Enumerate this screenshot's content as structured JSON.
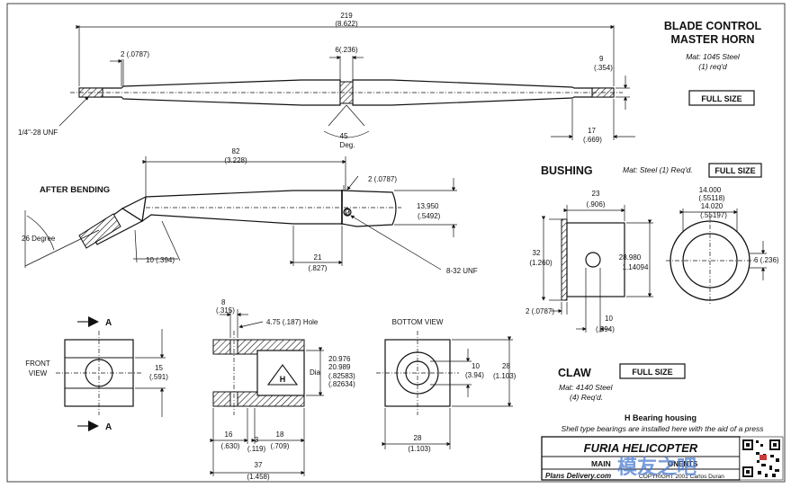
{
  "blade_horn": {
    "title_line1": "BLADE CONTROL",
    "title_line2": "MASTER HORN",
    "material": "Mat: 1045 Steel",
    "req": "(1) req'd",
    "full_size": "FULL SIZE",
    "dim_length_mm": "219",
    "dim_length_in": "(8.622)",
    "dim_6": "6(.236)",
    "dim_2": "2 (.0787)",
    "dim_9": "9",
    "dim_9_in": "(.354)",
    "dim_17": "17",
    "dim_17_in": "(.669)",
    "angle_45": "45",
    "angle_deg": "Deg.",
    "thread": "1/4\"-28 UNF"
  },
  "after_bending": {
    "label": "AFTER BENDING",
    "dim_82": "82",
    "dim_82_in": "(3.228)",
    "dim_2": "2 (.0787)",
    "dim_13950": "13,950",
    "dim_13950_in": "(.5492)",
    "angle": "26 Degree",
    "dim_10": "10 (.394)",
    "dim_21": "21",
    "dim_21_in": "(.827)",
    "thread": "8-32 UNF"
  },
  "bushing": {
    "title": "BUSHING",
    "material": "Mat: Steel (1) Req'd.",
    "full_size": "FULL SIZE",
    "dim_23": "23",
    "dim_23_in": "(.906)",
    "dim_32": "32",
    "dim_32_in": "(1.260)",
    "dim_28980": "28.980",
    "dim_28980_in": "1.14094",
    "dim_2": "2 (.0787)",
    "dim_10": "10",
    "dim_10_in": "(.394)",
    "dim_14000": "14.000",
    "dim_14000_in": "(.55118)",
    "dim_14020": "14.020",
    "dim_14020_in": "(.55197)",
    "dim_6": "6 (.236)"
  },
  "claw": {
    "title": "CLAW",
    "full_size": "FULL SIZE",
    "material": "Mat: 4140 Steel",
    "req": "(4) Req'd.",
    "front_view": "FRONT",
    "front_view2": "VIEW",
    "section_a": "A",
    "dim_15": "15",
    "dim_15_in": "(.591)",
    "dim_8": "8",
    "dim_8_in": "(.315)",
    "hole": "4.75 (.187) Hole",
    "dia_label": "Dia",
    "dia_1": "20.976",
    "dia_2": "20.989",
    "dia_3": "(.82583)",
    "dia_4": "(.82634)",
    "h_mark": "H",
    "dim_16": "16",
    "dim_16_in": "(.630)",
    "dim_3": "3",
    "dim_3_in": "(.119)",
    "dim_18": "18",
    "dim_18_in": "(.709)",
    "dim_37": "37",
    "dim_37_in": "(1.458)",
    "bottom_view": "BOTTOM VIEW",
    "dim_10": "10",
    "dim_10_in": "(3.94)",
    "dim_28": "28",
    "dim_28_in": "(1.103)",
    "dim_28b": "28",
    "dim_28b_in": "(1.103)"
  },
  "notes": {
    "bearing_title": "H Bearing housing",
    "bearing_note": "Shell type bearings are installed here with the aid of a press"
  },
  "title_block": {
    "brand": "FURIA HELICOPTER",
    "main_left": "MAIN",
    "main_right": "ONENTS",
    "footer_left": "Plans Delivery.com",
    "copyright": "COPYRIGHT 2001 Carlos Duran",
    "watermark": "模友之吧"
  }
}
